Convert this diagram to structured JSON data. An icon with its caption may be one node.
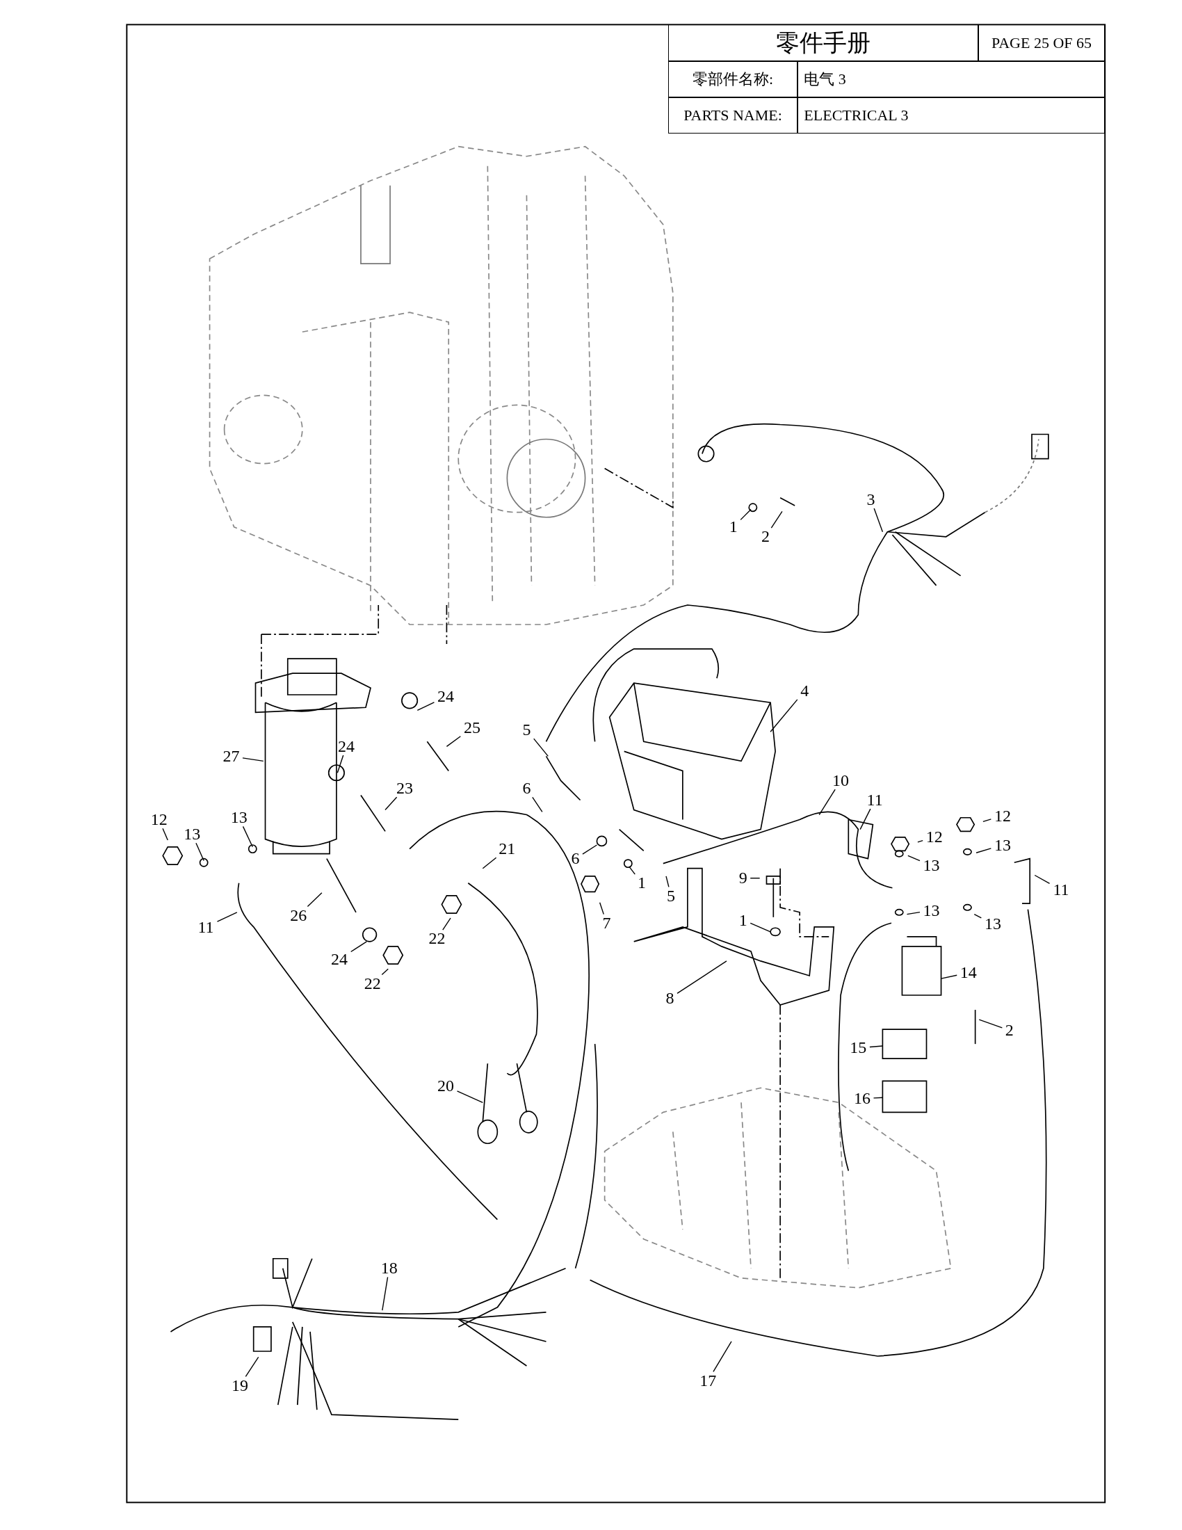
{
  "diagram": {
    "title": "零件手册",
    "nodes": [
      {
        "text": [
          "3"
        ]
      },
      {
        "text": [
          "1"
        ]
      },
      {
        "text": [
          "2"
        ]
      },
      {
        "text": [
          "4"
        ]
      },
      {
        "text": [
          "24"
        ]
      },
      {
        "text": [
          "25"
        ]
      },
      {
        "text": [
          "5"
        ]
      },
      {
        "text": [
          "24"
        ]
      },
      {
        "text": [
          "27"
        ]
      },
      {
        "text": [
          "10"
        ]
      },
      {
        "text": [
          "6"
        ]
      },
      {
        "text": [
          "23"
        ]
      },
      {
        "text": [
          "11"
        ]
      },
      {
        "text": [
          "12"
        ]
      },
      {
        "text": [
          "13"
        ]
      },
      {
        "text": [
          "12"
        ]
      },
      {
        "text": [
          "12"
        ]
      },
      {
        "text": [
          "13"
        ]
      },
      {
        "text": [
          "13"
        ]
      },
      {
        "text": [
          "21"
        ]
      },
      {
        "text": [
          "6"
        ]
      },
      {
        "text": [
          "13"
        ]
      },
      {
        "text": [
          "9"
        ]
      },
      {
        "text": [
          "1"
        ]
      },
      {
        "text": [
          "11"
        ]
      },
      {
        "text": [
          "5"
        ]
      },
      {
        "text": [
          "13"
        ]
      },
      {
        "text": [
          "26"
        ]
      },
      {
        "text": [
          "1"
        ]
      },
      {
        "text": [
          "7"
        ]
      },
      {
        "text": [
          "13"
        ]
      },
      {
        "text": [
          "11"
        ]
      },
      {
        "text": [
          "22"
        ]
      },
      {
        "text": [
          "24"
        ]
      },
      {
        "text": [
          "14"
        ]
      },
      {
        "text": [
          "22"
        ]
      },
      {
        "text": [
          "8"
        ]
      },
      {
        "text": [
          "2"
        ]
      },
      {
        "text": [
          "15"
        ]
      },
      {
        "text": [
          "20"
        ]
      },
      {
        "text": [
          "16"
        ]
      },
      {
        "text": [
          "18"
        ]
      },
      {
        "text": [
          "17"
        ]
      },
      {
        "text": [
          "19"
        ]
      }
    ],
    "edges": [
      {
        "from": 0,
        "to": null,
        "arrow": "none"
      },
      {
        "from": 1,
        "to": null,
        "arrow": "none"
      },
      {
        "from": 2,
        "to": null,
        "arrow": "none"
      },
      {
        "from": 3,
        "to": null,
        "arrow": "none"
      },
      {
        "from": 4,
        "to": null,
        "arrow": "none"
      },
      {
        "from": 5,
        "to": null,
        "arrow": "none"
      },
      {
        "from": 6,
        "to": null,
        "arrow": "none"
      },
      {
        "from": 7,
        "to": null,
        "arrow": "none"
      },
      {
        "from": 8,
        "to": null,
        "arrow": "none"
      },
      {
        "from": 9,
        "to": null,
        "arrow": "none"
      },
      {
        "from": 10,
        "to": null,
        "arrow": "none"
      },
      {
        "from": 11,
        "to": null,
        "arrow": "none"
      },
      {
        "from": 12,
        "to": null,
        "arrow": "none"
      },
      {
        "from": 13,
        "to": null,
        "arrow": "none"
      },
      {
        "from": 14,
        "to": null,
        "arrow": "none"
      },
      {
        "from": 15,
        "to": null,
        "arrow": "none"
      },
      {
        "from": 16,
        "to": null,
        "arrow": "none"
      },
      {
        "from": 17,
        "to": null,
        "arrow": "none"
      },
      {
        "from": 18,
        "to": null,
        "arrow": "none"
      },
      {
        "from": 19,
        "to": null,
        "arrow": "none"
      },
      {
        "from": 20,
        "to": null,
        "arrow": "none"
      },
      {
        "from": 21,
        "to": null,
        "arrow": "none"
      },
      {
        "from": 22,
        "to": null,
        "arrow": "none"
      },
      {
        "from": 23,
        "to": null,
        "arrow": "none"
      },
      {
        "from": 24,
        "to": null,
        "arrow": "none"
      },
      {
        "from": 25,
        "to": null,
        "arrow": "none"
      },
      {
        "from": 26,
        "to": null,
        "arrow": "none"
      },
      {
        "from": 27,
        "to": null,
        "arrow": "none"
      },
      {
        "from": 28,
        "to": null,
        "arrow": "none"
      },
      {
        "from": 29,
        "to": null,
        "arrow": "none"
      },
      {
        "from": 30,
        "to": null,
        "arrow": "none"
      },
      {
        "from": 31,
        "to": null,
        "arrow": "none"
      },
      {
        "from": 32,
        "to": null,
        "arrow": "none"
      },
      {
        "from": 33,
        "to": null,
        "arrow": "none"
      },
      {
        "from": 34,
        "to": null,
        "arrow": "none"
      },
      {
        "from": 35,
        "to": null,
        "arrow": "none"
      },
      {
        "from": 36,
        "to": null,
        "arrow": "none"
      },
      {
        "from": 37,
        "to": null,
        "arrow": "none"
      },
      {
        "from": 38,
        "to": null,
        "arrow": "none"
      },
      {
        "from": 39,
        "to": null,
        "arrow": "none"
      },
      {
        "from": 40,
        "to": null,
        "arrow": "none"
      },
      {
        "from": 41,
        "to": null,
        "arrow": "none"
      },
      {
        "from": 42,
        "to": null,
        "arrow": "none"
      },
      {
        "from": 43,
        "to": null,
        "arrow": "none"
      }
    ],
    "labels": [
      "PAGE 25 OF 65",
      "零部件名称:",
      "电气 3",
      "PARTS NAME:",
      "ELECTRICAL 3"
    ]
  }
}
